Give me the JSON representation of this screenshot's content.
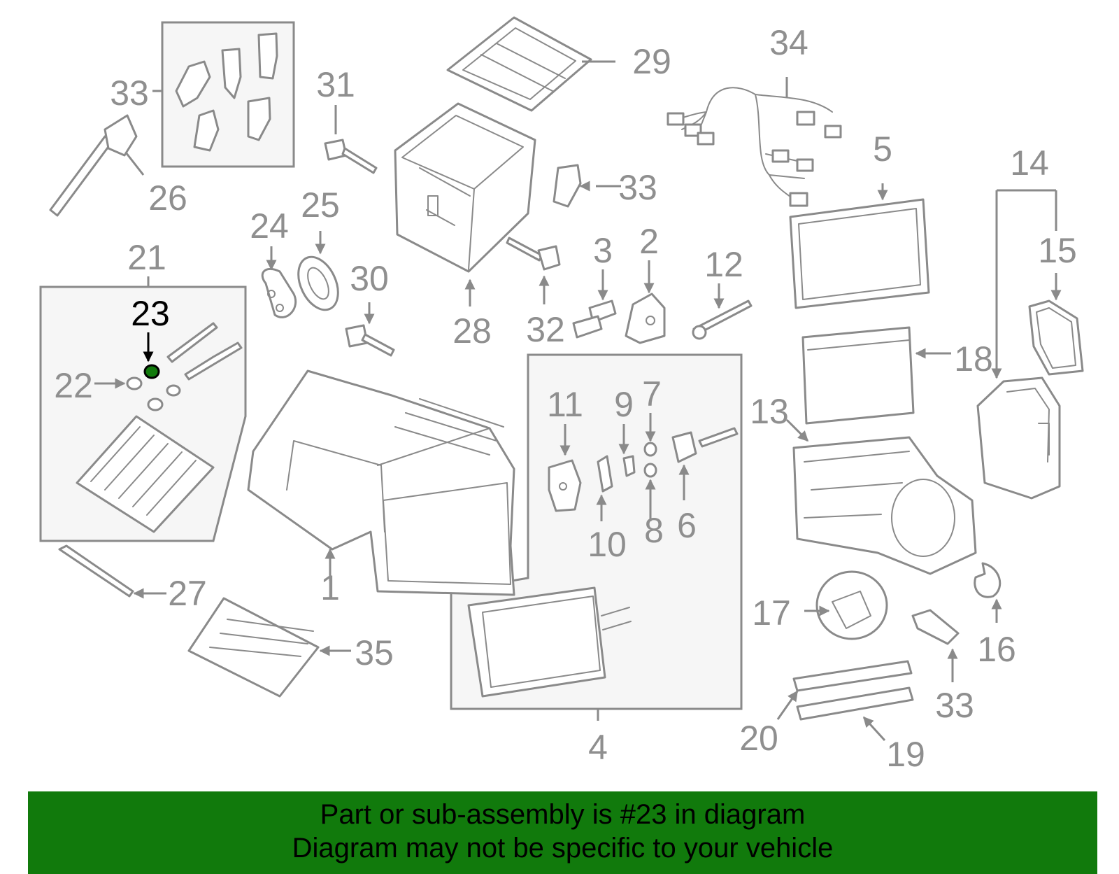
{
  "diagram": {
    "highlight_color": "#117a0c",
    "labels": {
      "l1": "1",
      "l2": "2",
      "l3": "3",
      "l4": "4",
      "l5": "5",
      "l6": "6",
      "l7": "7",
      "l8": "8",
      "l9": "9",
      "l10": "10",
      "l11": "11",
      "l12": "12",
      "l13": "13",
      "l14": "14",
      "l15": "15",
      "l16": "16",
      "l17": "17",
      "l18": "18",
      "l19": "19",
      "l20": "20",
      "l21": "21",
      "l22": "22",
      "l23": "23",
      "l24": "24",
      "l25": "25",
      "l26": "26",
      "l27": "27",
      "l28": "28",
      "l29": "29",
      "l30": "30",
      "l31": "31",
      "l32": "32",
      "l33a": "33",
      "l33b": "33",
      "l33c": "33",
      "l34": "34",
      "l35": "35"
    }
  },
  "banner": {
    "line1": "Part or sub-assembly is #23 in diagram",
    "line2": "Diagram may not be specific to your vehicle"
  }
}
